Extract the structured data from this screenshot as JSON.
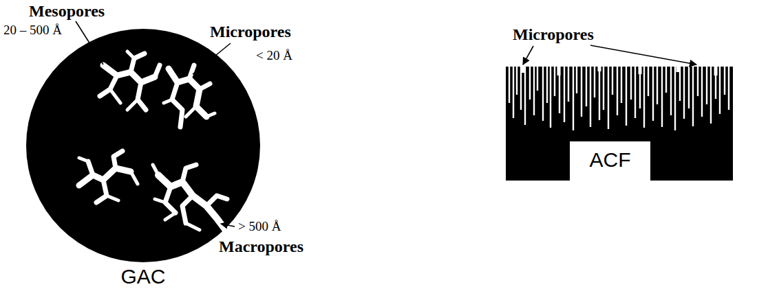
{
  "diagram": {
    "nodes": [
      {
        "text": [
          "GAC"
        ]
      },
      {
        "text": [
          "ACF"
        ]
      }
    ],
    "labels": [
      "Mesopores",
      "20 – 500 Å",
      "Micropores",
      "< 20 Å",
      "> 500 Å",
      "Macropores",
      "Micropores"
    ]
  }
}
